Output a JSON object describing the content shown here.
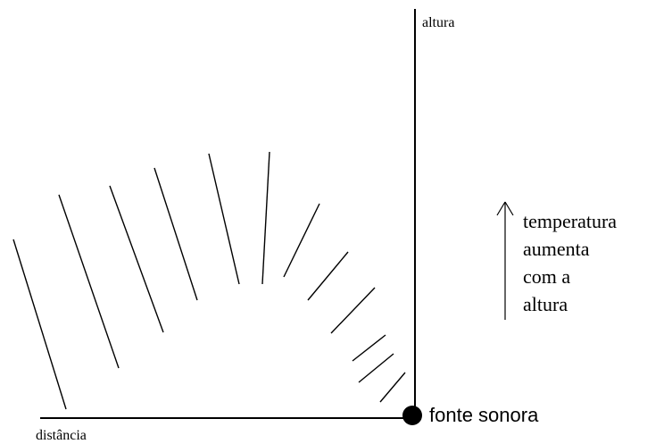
{
  "labels": {
    "vertical_axis": "altura",
    "horizontal_axis": "distância",
    "source": "fonte sonora",
    "temperature_note": [
      "temperatura",
      "aumenta",
      "com a",
      "altura"
    ]
  },
  "colors": {
    "ink": "#000000",
    "background": "#ffffff"
  }
}
